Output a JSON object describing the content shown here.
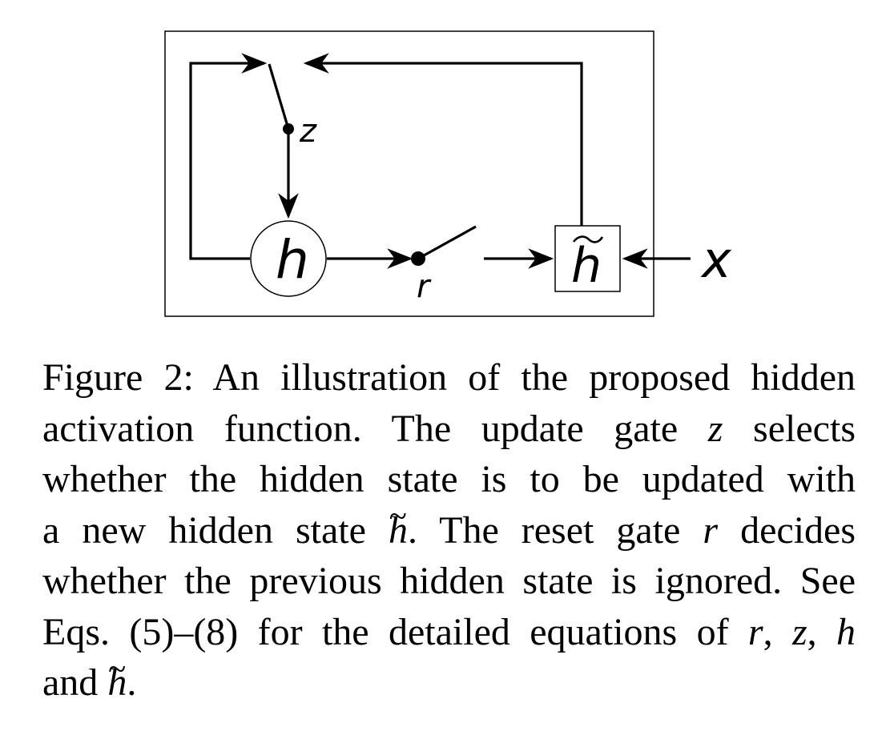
{
  "diagram": {
    "label_h": "h",
    "label_h_tilde": "h",
    "label_z": "z",
    "label_r": "r",
    "label_x": "x"
  },
  "caption": {
    "line1": "Figure 2: An illustration of the proposed hidden",
    "line2_pre": "activation function. The update gate ",
    "line2_var": "z",
    "line2_post": " selects",
    "line3": "whether the hidden state is to be updated with",
    "line4_pre": "a new hidden state ",
    "line4_var1": "h",
    "line4_mid": ". The reset gate ",
    "line4_var2": "r",
    "line4_post": " decides",
    "line5": "whether the previous hidden state is ignored. See",
    "line6_pre": "Eqs. (5)–(8) for the detailed equations of ",
    "line6_var1": "r",
    "line6_sep1": ", ",
    "line6_var2": "z",
    "line6_sep2": ", ",
    "line6_var3": "h",
    "line7_pre": "and ",
    "line7_var": "h",
    "line7_post": "."
  }
}
